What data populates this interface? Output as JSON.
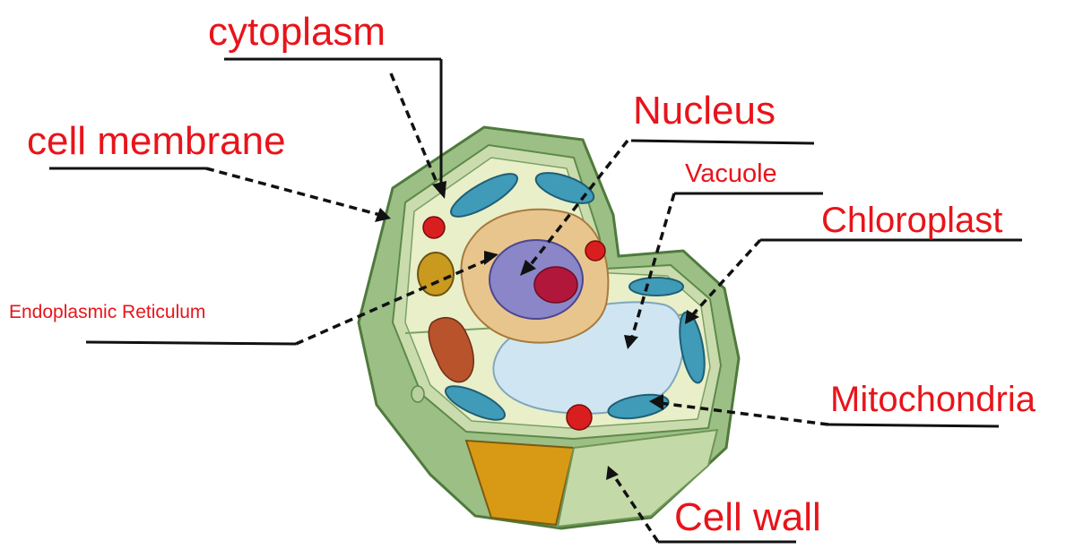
{
  "diagram": {
    "labels": {
      "cytoplasm": "cytoplasm",
      "cell_membrane": "cell membrane",
      "nucleus": "Nucleus",
      "vacuole": "Vacuole",
      "chloroplast": "Chloroplast",
      "endoplasmic_reticulum": "Endoplasmic Reticulum",
      "mitochondria": "Mitochondria",
      "cell_wall": "Cell wall"
    },
    "colors": {
      "label_text": "#e8141b",
      "leader_line": "#111111",
      "cell_wall": "#9cbf86",
      "cytoplasm": "#e9efc9",
      "vacuole": "#cfe6f2",
      "nucleus": "#8b86c7",
      "nucleolus": "#b0173a",
      "chloroplast": "#3f9bb8",
      "er": "#e9c58e",
      "golgi": "#b8532c",
      "ribosome": "#d81e1e"
    }
  }
}
